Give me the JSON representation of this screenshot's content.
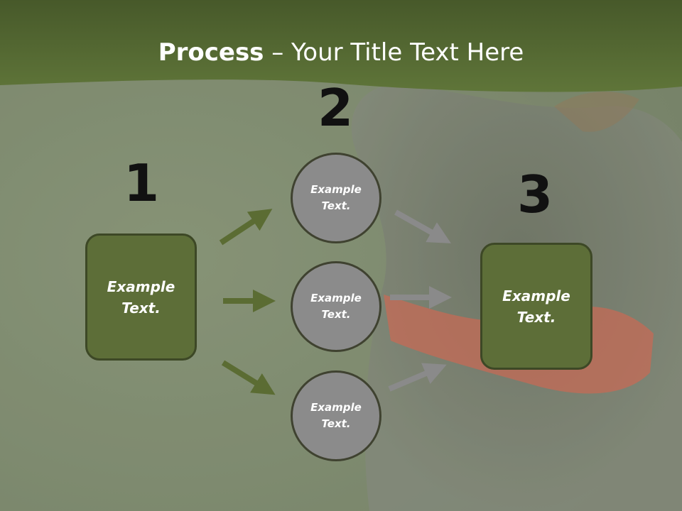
{
  "title": {
    "bold": "Process",
    "rest": " – Your Title Text Here"
  },
  "steps": [
    {
      "number": "1",
      "label": "Example\nText."
    },
    {
      "number": "2",
      "items": [
        "Example\nText.",
        "Example\nText.",
        "Example\nText."
      ]
    },
    {
      "number": "3",
      "label": "Example\nText."
    }
  ],
  "colors": {
    "header": "#556b35",
    "box_fill": "#5d6e38",
    "circle_fill": "#8b8b8b",
    "green_arrow": "#5b6c33",
    "gray_arrow": "#8a8a8a"
  },
  "background_image": "faded photo of a dog wearing a red bandana on grass"
}
